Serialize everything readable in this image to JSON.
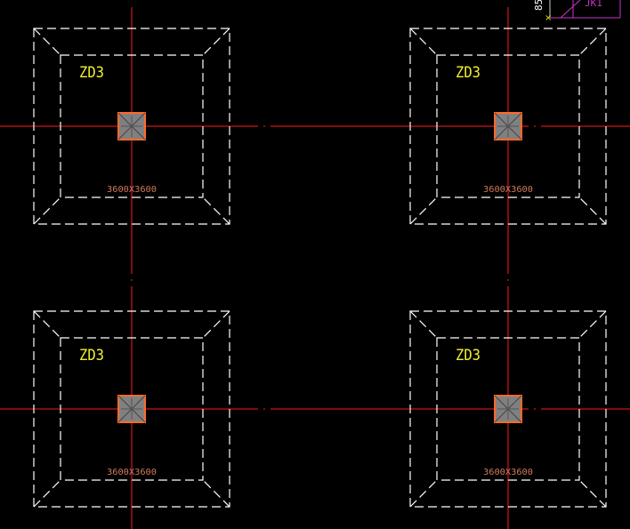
{
  "colors": {
    "background": "#000000",
    "axis": "#ff1a1a",
    "outline": "#ffffff",
    "label": "#f2f22e",
    "dimension": "#d07a5a",
    "column_fill": "#808080",
    "column_stroke": "#ff6a2a",
    "corner_tag": "#cc33cc",
    "corner_mark": "#e6e600"
  },
  "corner": {
    "number": "85",
    "tag": "JK1"
  },
  "footings": [
    {
      "id": "footing-top-left",
      "mark": "ZD3",
      "size": "3600X3600"
    },
    {
      "id": "footing-top-right",
      "mark": "ZD3",
      "size": "3600X3600"
    },
    {
      "id": "footing-bottom-left",
      "mark": "ZD3",
      "size": "3600X3600"
    },
    {
      "id": "footing-bottom-right",
      "mark": "ZD3",
      "size": "3600X3600"
    }
  ]
}
